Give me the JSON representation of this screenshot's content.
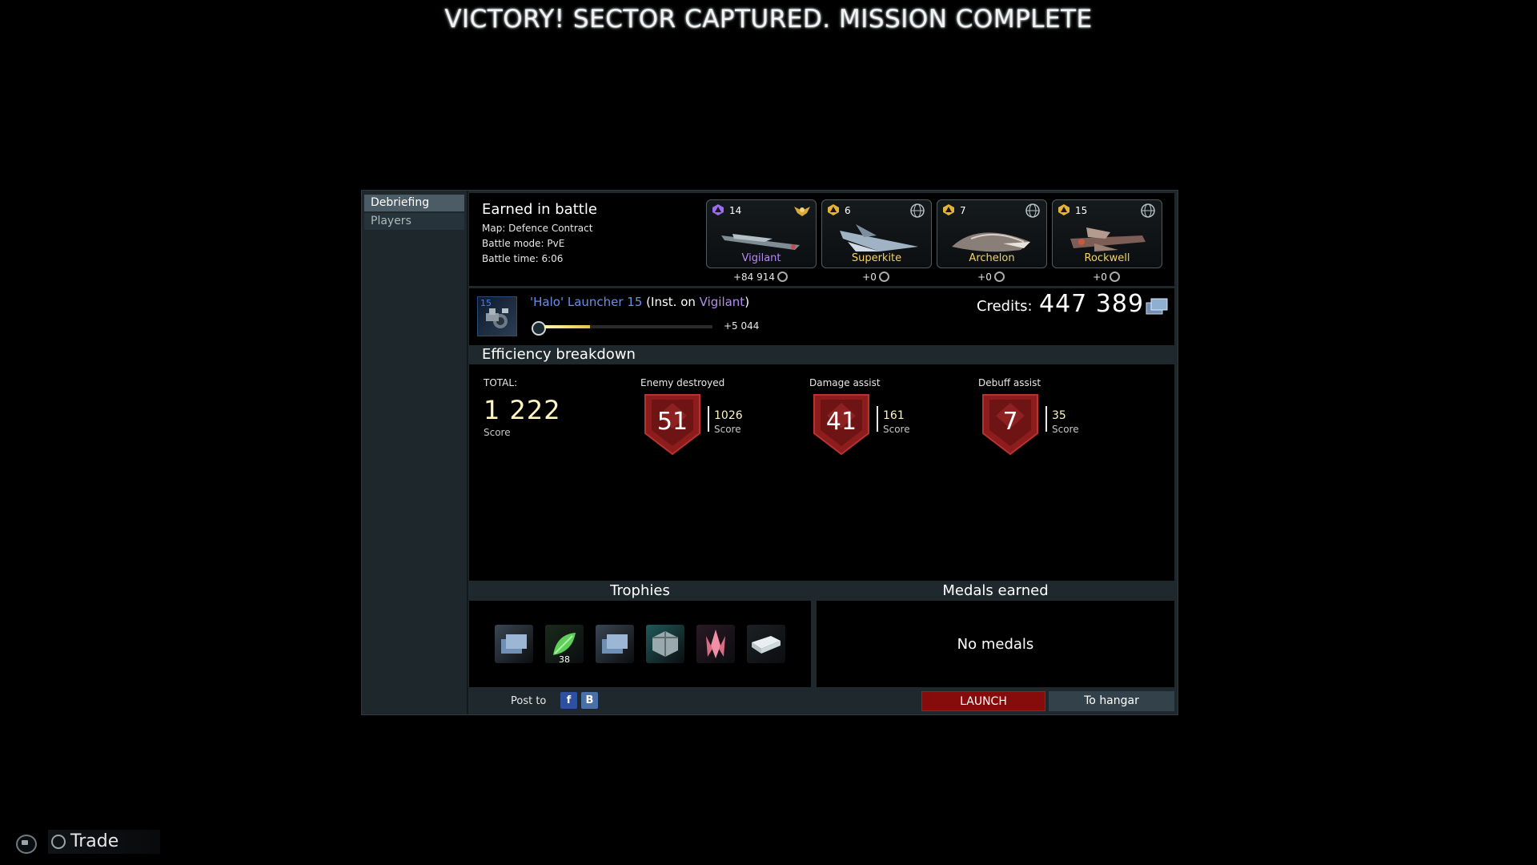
{
  "headline": "VICTORY! SECTOR CAPTURED. MISSION COMPLETE",
  "sidebar": {
    "items": [
      {
        "label": "Debriefing"
      },
      {
        "label": "Players"
      }
    ]
  },
  "earned": {
    "title": "Earned in battle",
    "map": "Map: Defence Contract",
    "mode": "Battle mode: PvE",
    "time": "Battle time: 6:06",
    "ships": [
      {
        "name": "Vigilant",
        "level": "14",
        "earned": "+84 914",
        "name_color": "#b58cf0",
        "rank_icon": "purple-rank-icon",
        "corner_icon": "eagle-emblem-icon"
      },
      {
        "name": "Superkite",
        "level": "6",
        "earned": "+0",
        "name_color": "#f4d35e",
        "rank_icon": "gold-rank-icon",
        "corner_icon": "globe-icon"
      },
      {
        "name": "Archelon",
        "level": "7",
        "earned": "+0",
        "name_color": "#f4d35e",
        "rank_icon": "gold-rank-icon",
        "corner_icon": "globe-icon"
      },
      {
        "name": "Rockwell",
        "level": "15",
        "earned": "+0",
        "name_color": "#f4d35e",
        "rank_icon": "gold-rank-icon",
        "corner_icon": "globe-icon"
      }
    ]
  },
  "module": {
    "level": "15",
    "name": "'Halo' Launcher 15",
    "inst_prefix": " (Inst. on ",
    "inst_ship": "Vigilant",
    "inst_suffix": ")",
    "progress": 0.27,
    "progress_gain": "+5 044"
  },
  "credits": {
    "label": "Credits:",
    "value": "447 389"
  },
  "efficiency": {
    "title": "Efficiency breakdown",
    "total_label": "TOTAL:",
    "total_value": "1 222",
    "total_sub": "Score",
    "stats": [
      {
        "label": "Enemy destroyed",
        "count": "51",
        "score": "1026",
        "sub": "Score"
      },
      {
        "label": "Damage assist",
        "count": "41",
        "score": "161",
        "sub": "Score"
      },
      {
        "label": "Debuff assist",
        "count": "7",
        "score": "35",
        "sub": "Score"
      }
    ]
  },
  "trophies": {
    "title": "Trophies",
    "items": [
      {
        "icon": "credits-stack-icon",
        "count": ""
      },
      {
        "icon": "green-leaf-icon",
        "count": "38"
      },
      {
        "icon": "credits-stack-icon",
        "count": ""
      },
      {
        "icon": "container-icon",
        "count": ""
      },
      {
        "icon": "pink-crystal-icon",
        "count": ""
      },
      {
        "icon": "blueprint-box-icon",
        "count": ""
      }
    ]
  },
  "medals": {
    "title": "Medals earned",
    "empty": "No medals"
  },
  "footer": {
    "post_to": "Post to",
    "facebook": "f",
    "vk": "B",
    "launch": "LAUNCH",
    "hangar": "To hangar"
  },
  "bottom": {
    "trade": "Trade"
  },
  "colors": {
    "accent_blue": "#6b8fe8",
    "accent_purple": "#b58cf0",
    "gold": "#f4d35e",
    "launch_red": "#860c0c"
  }
}
